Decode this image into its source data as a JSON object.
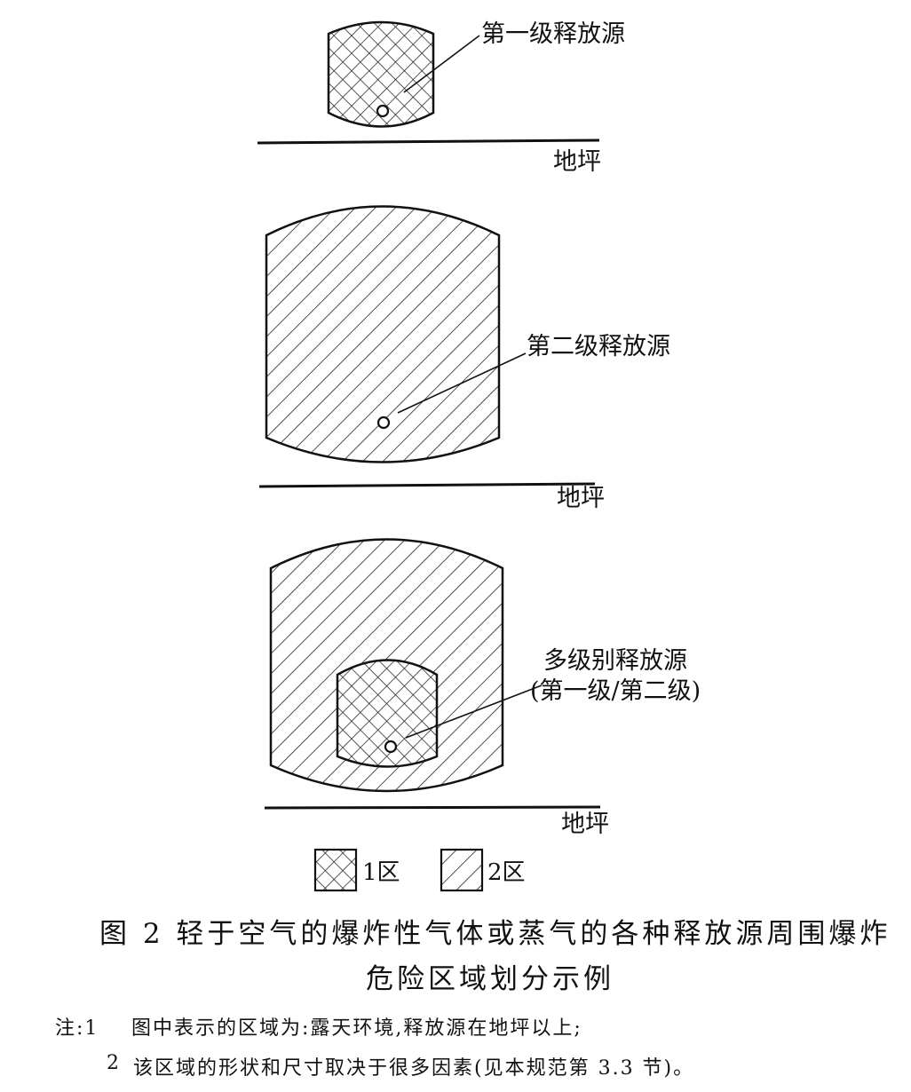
{
  "diagrams": [
    {
      "source_label": "第一级释放源",
      "source_label_2": "",
      "ground_label": "地坪"
    },
    {
      "source_label": "第二级释放源",
      "source_label_2": "",
      "ground_label": "地坪"
    },
    {
      "source_label": "多级别释放源",
      "source_label_2": "(第一级/第二级)",
      "ground_label": "地坪"
    }
  ],
  "legend": [
    {
      "pattern": "crosshatch",
      "label": "1区"
    },
    {
      "pattern": "diagonal",
      "label": "2区"
    }
  ],
  "caption": {
    "line1": "图 2  轻于空气的爆炸性气体或蒸气的各种释放源周围爆炸",
    "line2": "危险区域划分示例"
  },
  "notes": [
    {
      "marker": "注:1",
      "text": "图中表示的区域为:露天环境,释放源在地坪以上;"
    },
    {
      "marker": "2",
      "text": "该区域的形状和尺寸取决于很多因素(见本规范第 3.3 节)。"
    }
  ],
  "colors": {
    "ink": "#111111",
    "background": "#ffffff"
  }
}
